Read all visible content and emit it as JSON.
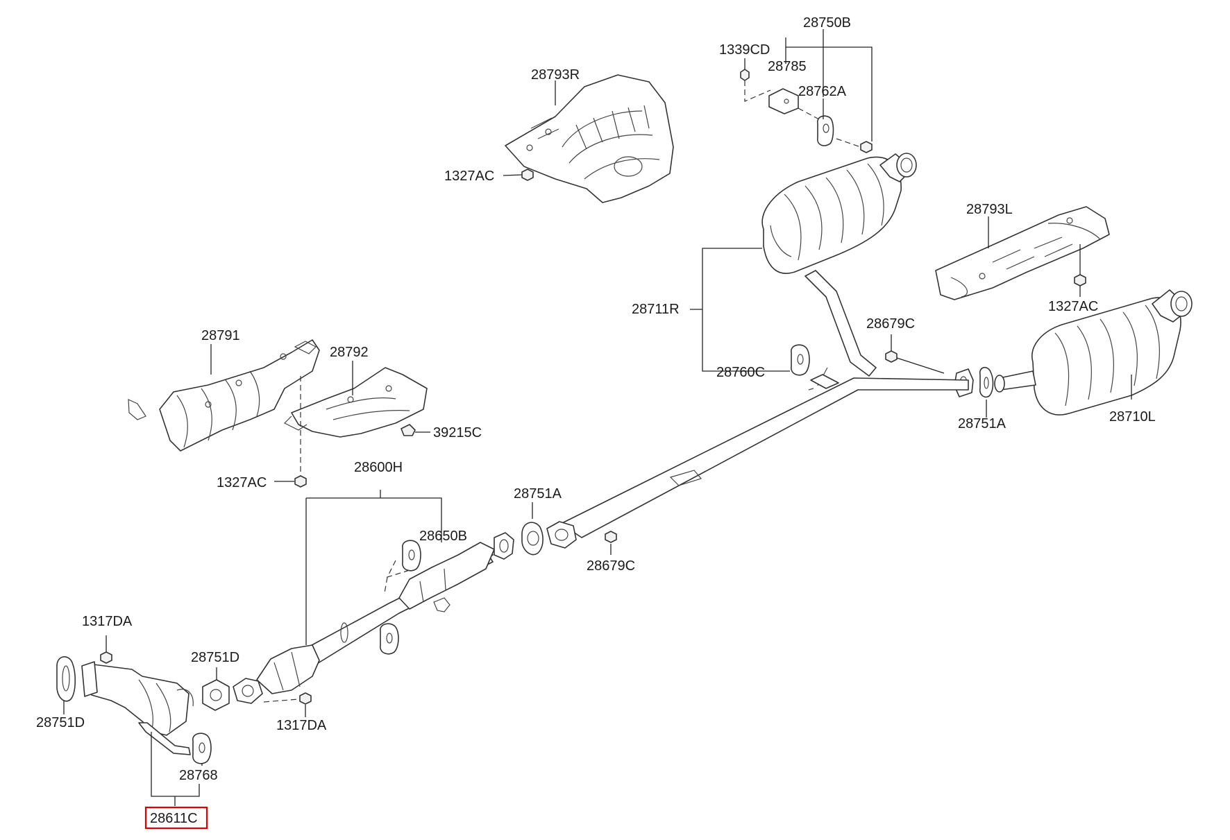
{
  "colors": {
    "highlight": "#e00000",
    "line": "#333333",
    "text": "#1a1a1a"
  },
  "callouts": {
    "c_28750B": "28750B",
    "c_1339CD": "1339CD",
    "c_28785": "28785",
    "c_28762A": "28762A",
    "c_28793R": "28793R",
    "c_1327AC_top": "1327AC",
    "c_28793L": "28793L",
    "c_1327AC_right": "1327AC",
    "c_28711R": "28711R",
    "c_28679C_top": "28679C",
    "c_28760C": "28760C",
    "c_28751A_right": "28751A",
    "c_28710L": "28710L",
    "c_28791": "28791",
    "c_28792": "28792",
    "c_39215C": "39215C",
    "c_1327AC_left": "1327AC",
    "c_28600H": "28600H",
    "c_28751A_mid": "28751A",
    "c_28650B": "28650B",
    "c_28679C_mid": "28679C",
    "c_1317DA_left": "1317DA",
    "c_28751D_upper": "28751D",
    "c_28751D_lower": "28751D",
    "c_1317DA_right": "1317DA",
    "c_28768": "28768",
    "c_28611C": "28611C"
  }
}
